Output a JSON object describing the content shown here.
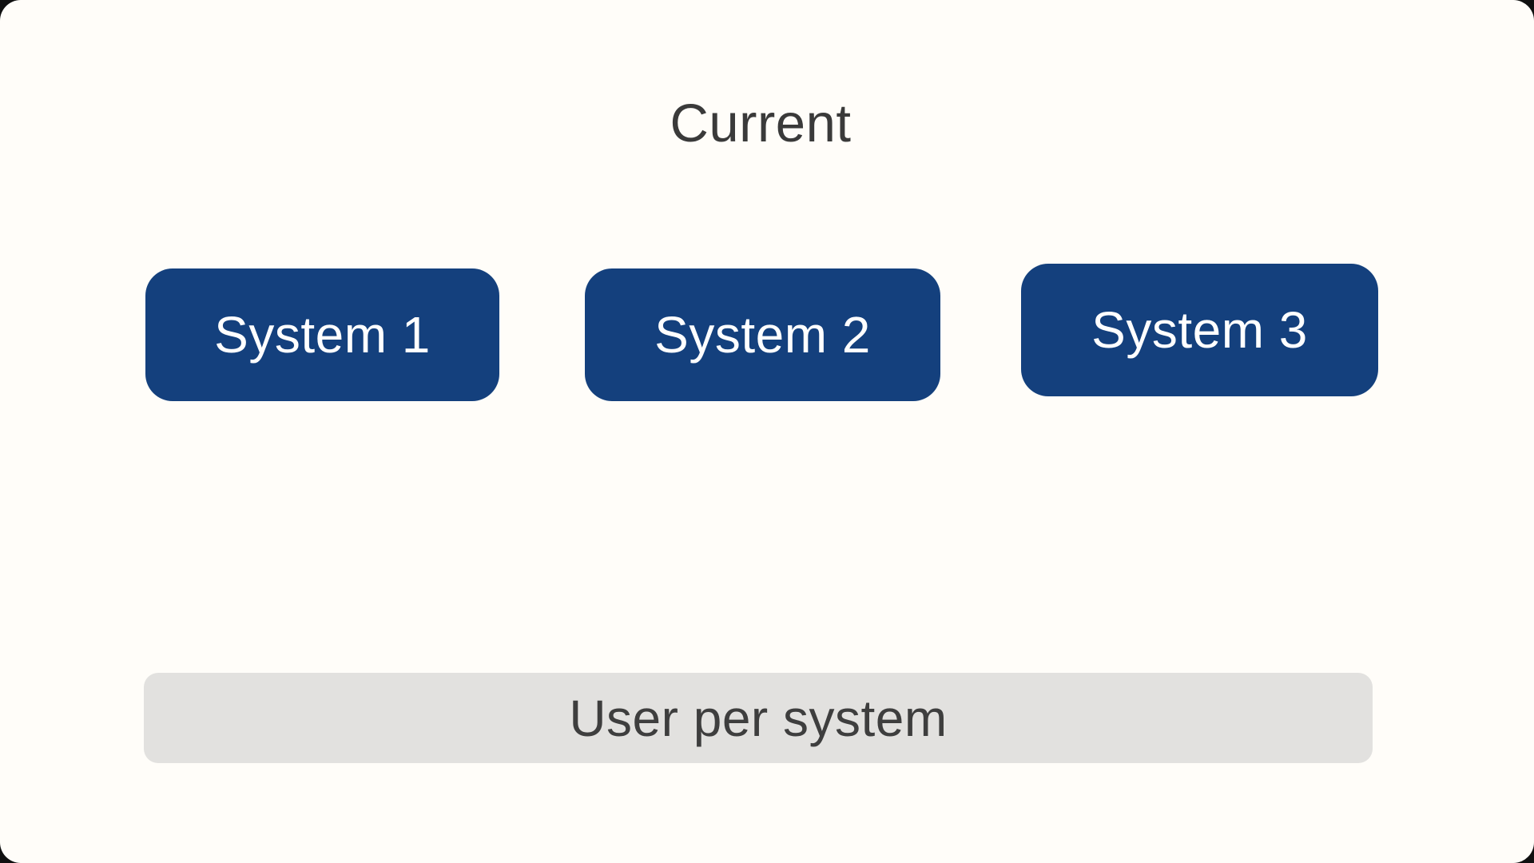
{
  "page": {
    "background_color": "#fffdf9",
    "outer_corner_color": "#101010"
  },
  "title": "Current",
  "diagram": {
    "systems": [
      {
        "label": "System 1"
      },
      {
        "label": "System 2"
      },
      {
        "label": "System 3"
      }
    ],
    "user_bar": {
      "label": "User per system"
    },
    "colors": {
      "system_box_fill": "#14407d",
      "system_box_text": "#ffffff",
      "user_bar_fill": "#e2e1df",
      "user_bar_text": "#3e3e3e",
      "title_text": "#3a3a3a"
    }
  }
}
